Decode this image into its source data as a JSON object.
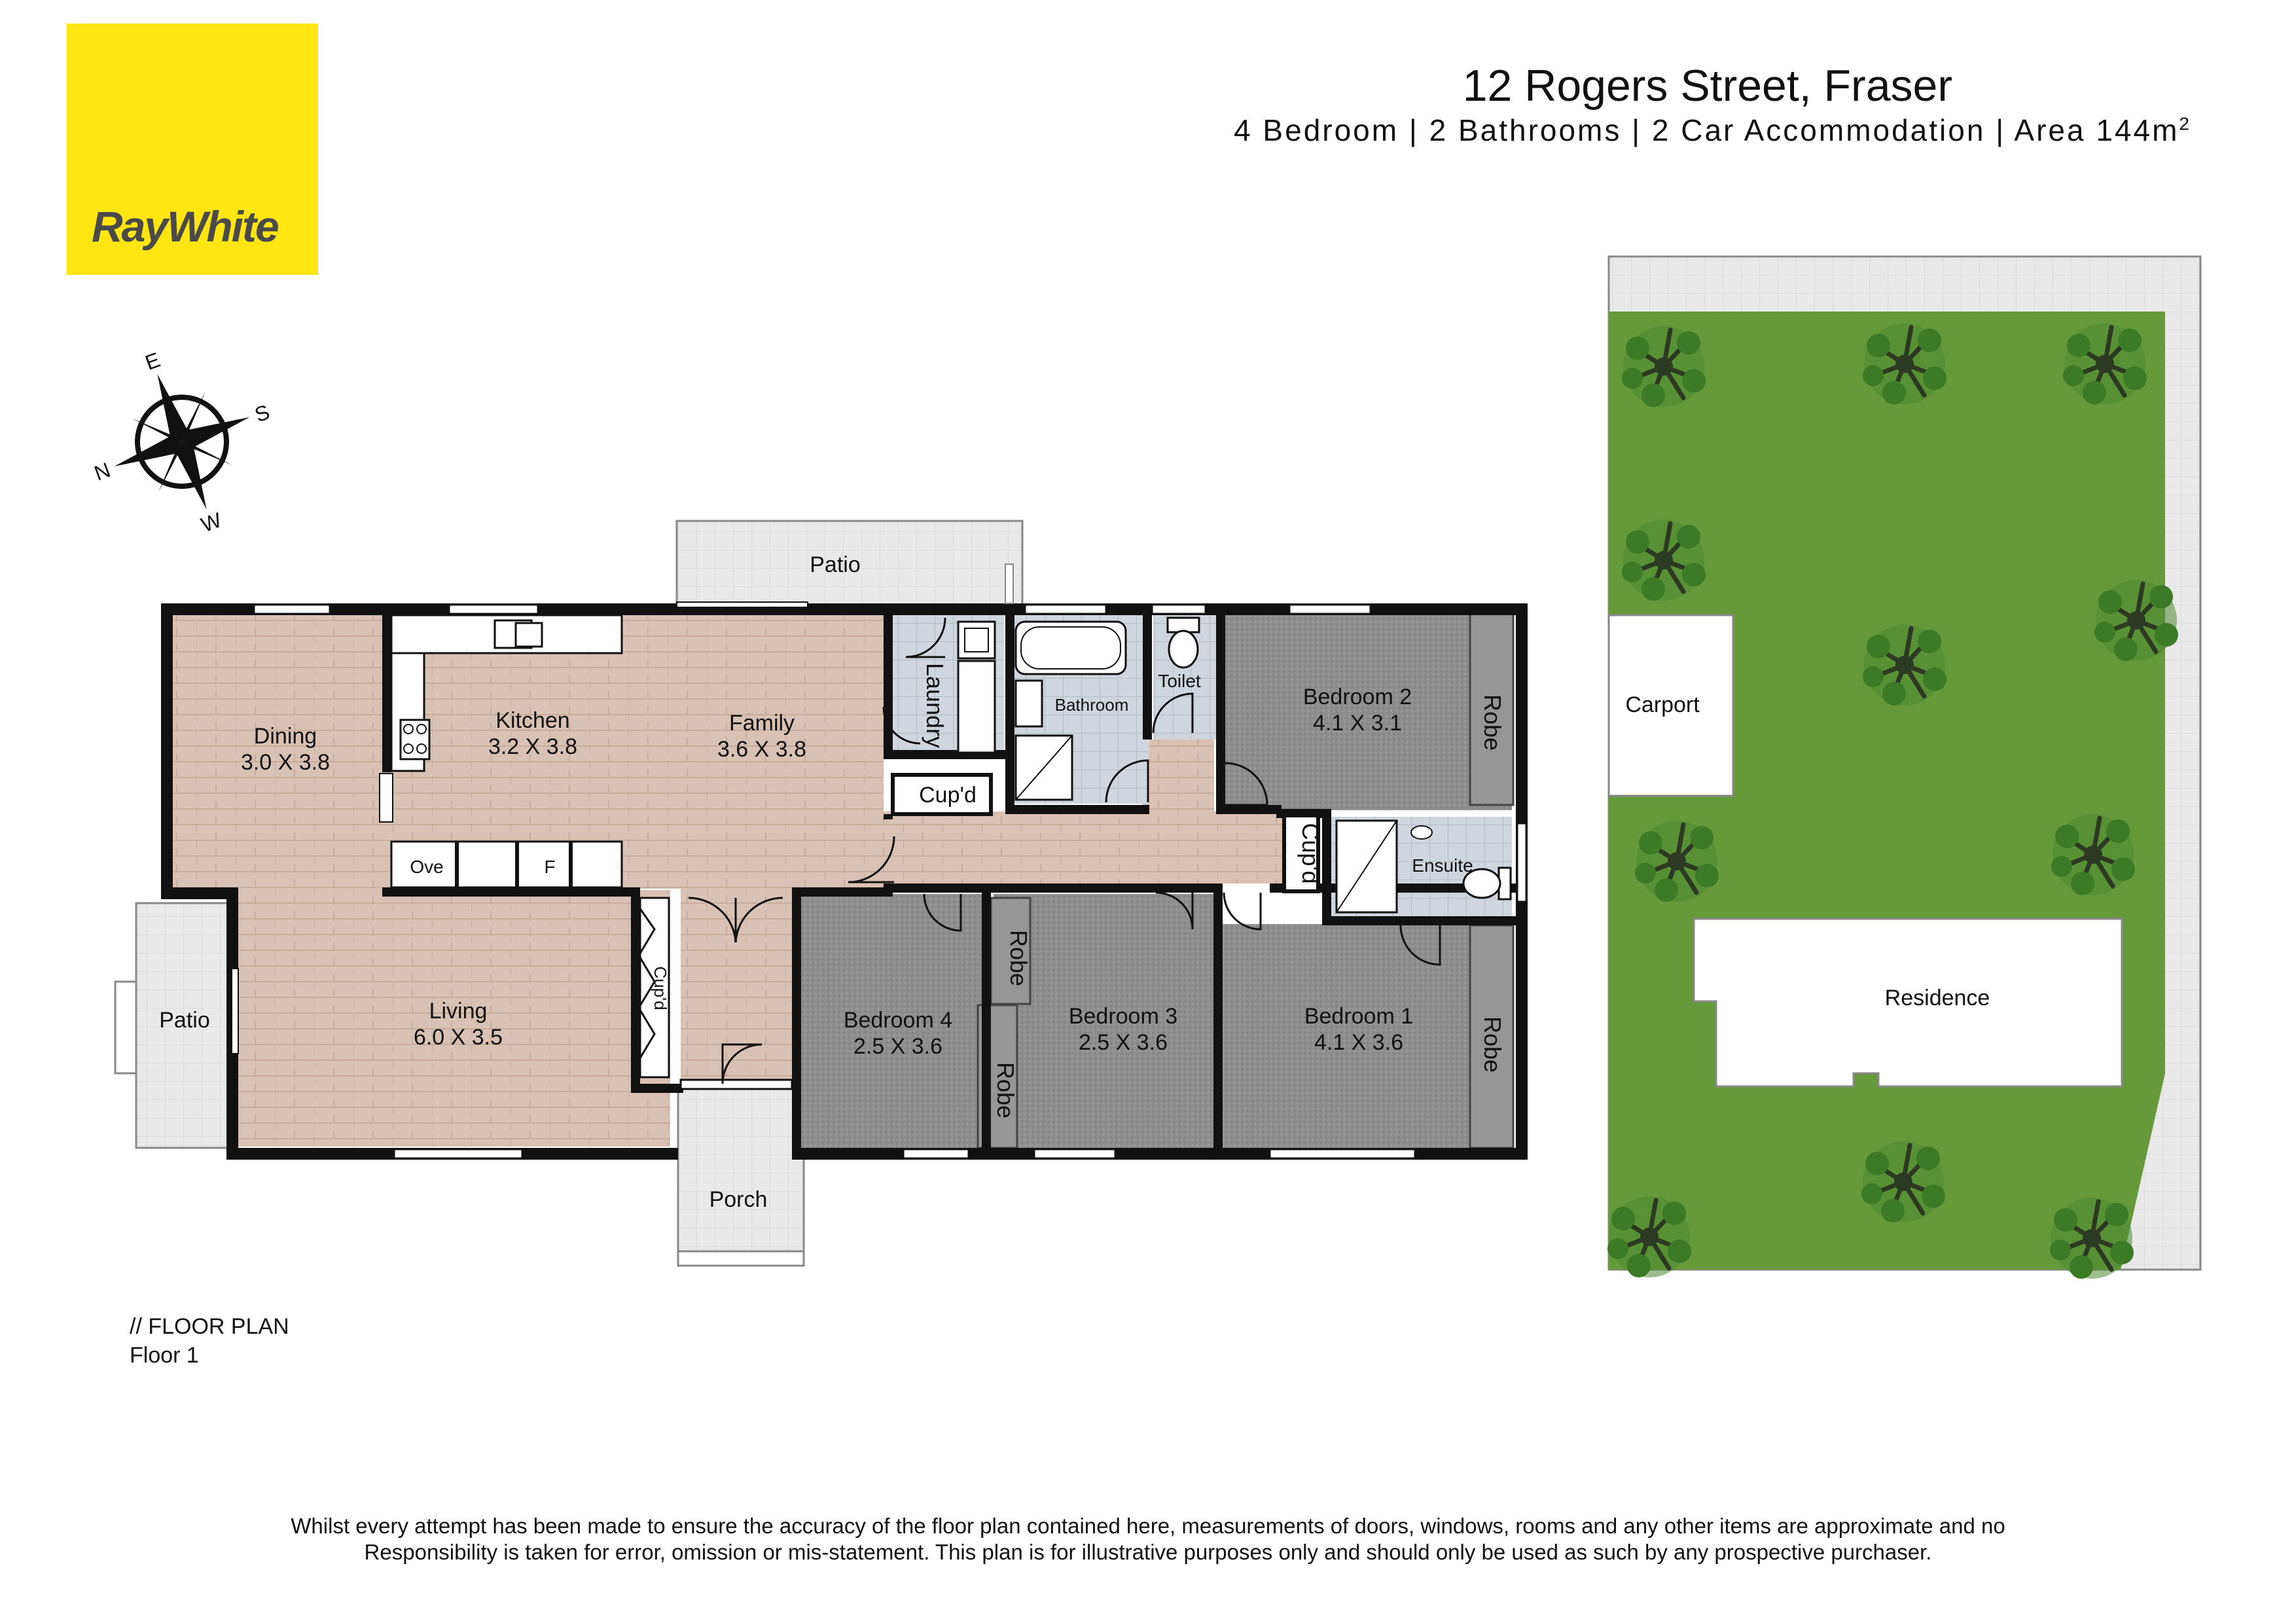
{
  "brand": {
    "name": "RayWhite",
    "color": "#FFE512"
  },
  "header": {
    "address": "12 Rogers Street, Fraser",
    "summary": "4 Bedroom | 2 Bathrooms | 2 Car Accommodation | Area 144m",
    "area_superscript": "2"
  },
  "compass": {
    "n": "N",
    "e": "E",
    "s": "S",
    "w": "W"
  },
  "rooms": {
    "patio_top": "Patio",
    "dining": "Dining",
    "dining_size": "3.0 X 3.8",
    "kitchen": "Kitchen",
    "kitchen_size": "3.2 X 3.8",
    "family": "Family",
    "family_size": "3.6 X 3.8",
    "laundry": "Laundry",
    "bathroom": "Bathroom",
    "toilet": "Toilet",
    "bedroom2": "Bedroom 2",
    "bedroom2_size": "4.1 X 3.1",
    "robe": "Robe",
    "cupd": "Cup'd",
    "ensuite": "Ensuite",
    "oven": "Ove",
    "fridge": "F",
    "patio_left": "Patio",
    "living": "Living",
    "living_size": "6.0 X 3.5",
    "bedroom4": "Bedroom 4",
    "bedroom4_size": "2.5 X 3.6",
    "bedroom3": "Bedroom 3",
    "bedroom3_size": "2.5 X 3.6",
    "bedroom1": "Bedroom 1",
    "bedroom1_size": "4.1 X 3.6",
    "porch": "Porch"
  },
  "site": {
    "carport": "Carport",
    "residence": "Residence"
  },
  "plan_label": {
    "line1": "// FLOOR PLAN",
    "line2": "Floor 1"
  },
  "disclaimer": {
    "line1": "Whilst every attempt has been made to ensure the accuracy of the floor plan contained here, measurements of doors, windows, rooms and  any other items are approximate and no",
    "line2": "Responsibility is taken for error, omission or mis-statement. This plan is for illustrative purposes only and should only be used as such by any prospective purchaser."
  },
  "colors": {
    "wood": "#d9c1b3",
    "carpet": "#8e8e8e",
    "tile": "#cfd6dd",
    "wall": "#111111",
    "grass": "#66993a",
    "tree": "#3f7a2a",
    "path": "#ececec"
  }
}
